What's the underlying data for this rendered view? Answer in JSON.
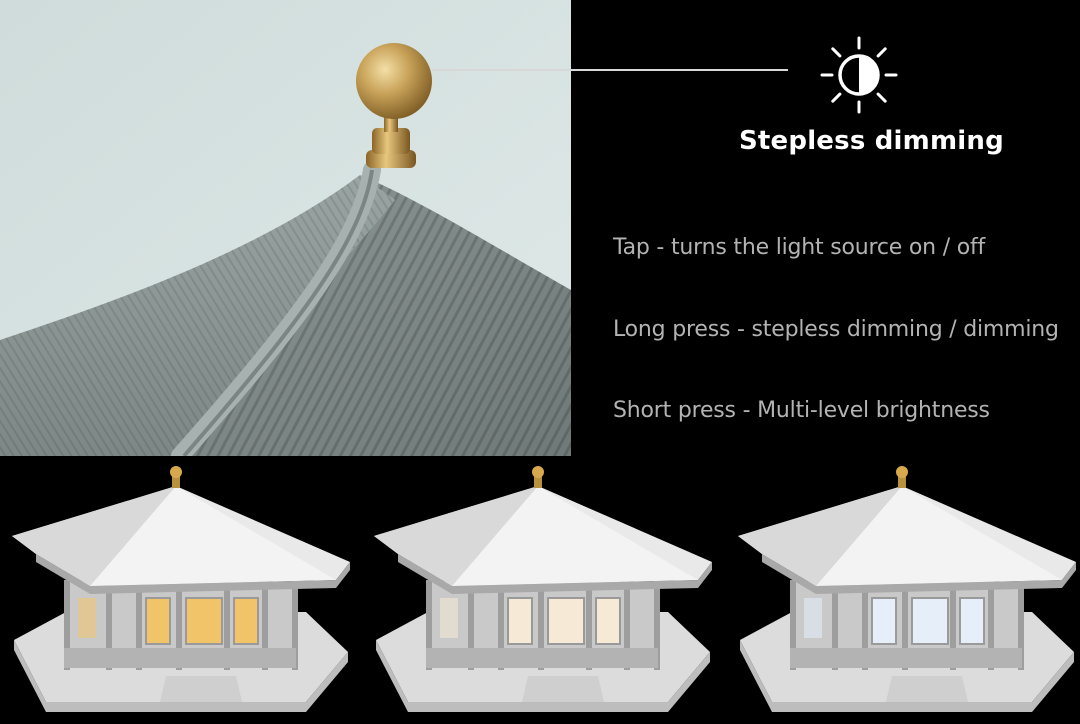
{
  "feature": {
    "headline": "Stepless dimming",
    "icon": "brightness-half-icon"
  },
  "instructions": [
    {
      "text": "Tap - turns the light source on / off"
    },
    {
      "text": "Long press - stepless dimming / dimming"
    },
    {
      "text": "Short press - Multi-level brightness"
    }
  ],
  "models": [
    {
      "glow": "#f2c46a",
      "label": "warm-light"
    },
    {
      "glow": "#f6ead6",
      "label": "neutral-light"
    },
    {
      "glow": "#e6eef9",
      "label": "cool-light"
    }
  ],
  "colors": {
    "background": "#000000",
    "photo_sky": "#d7e4e3",
    "roof_grey": "#8f9a98",
    "finial_brass": "#c29a4e",
    "headline_text": "#ffffff",
    "instruction_text": "#b3b3b3"
  }
}
